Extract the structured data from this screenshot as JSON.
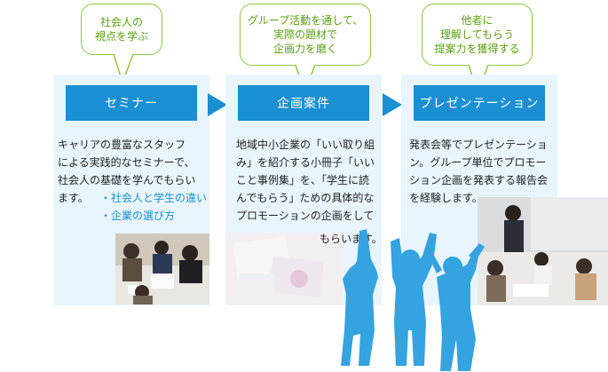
{
  "stages": [
    {
      "id": "seminar",
      "bubble": "社会人の\n視点を学ぶ",
      "label": "セミナー",
      "description": "キャリアの豊富なスタッフ\nによる実践的なセミナーで、\n社会人の基礎を学んでもらい\nます。",
      "bullets": [
        "・社会人と学生の違い",
        "・企業の選び方"
      ]
    },
    {
      "id": "planning",
      "bubble": "グループ活動を通して、\n実際の題材で\n企画力を磨く",
      "label": "企画案件",
      "description": "地域中小企業の「いい取り組\nみ」を紹介する小冊子「いい\nこと事例集」を、「学生に読\nんでもらう」ための具体的な\nプロモーションの企画をして",
      "description_tail": "もらいます。"
    },
    {
      "id": "presentation",
      "bubble": "他者に\n理解してもらう\n提案力を獲得する",
      "label": "プレゼンテーション",
      "description": "発表会等でプレゼンテーショ\nン。グループ単位でプロモー\nション企画を発表する報告会\nを経験します。"
    }
  ],
  "colors": {
    "accent": "#1a8fd2",
    "bubble_border": "#8cc63f",
    "bubble_text": "#5aa00f",
    "panel_bg": "#e8f5fc",
    "silhouette": "#35a3e0"
  }
}
